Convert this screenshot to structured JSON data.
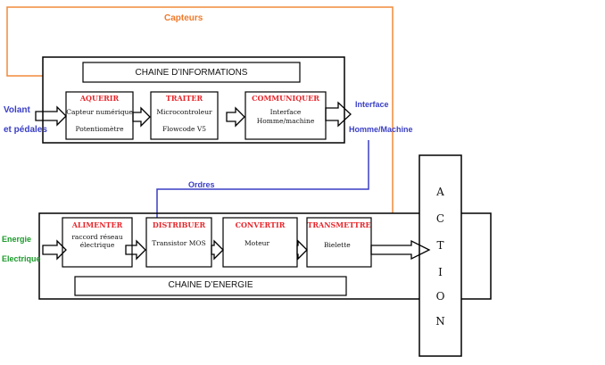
{
  "colors": {
    "orange_line": "#f08a3a",
    "blue_line": "#3a3fc4",
    "red_label": "#e8262b",
    "green_label": "#1a9a2a"
  },
  "labels": {
    "capteurs": "Capteurs",
    "volant": "Volant",
    "pedales": "et pédales",
    "interface": "Interface",
    "homme_machine": "Homme/Machine",
    "ordres": "Ordres",
    "energie": "Energie",
    "electrique": "Electrique"
  },
  "chaine_informations": {
    "title": "CHAINE D’INFORMATIONS",
    "blocks": [
      {
        "function": "AQUERIR",
        "lines": [
          "Capteur numérique",
          "Potentiomètre"
        ]
      },
      {
        "function": "TRAITER",
        "lines": [
          "Microcontroleur",
          "Flowcode V5"
        ]
      },
      {
        "function": "COMMUNIQUER",
        "lines": [
          "Interface",
          "Homme/machine"
        ]
      }
    ]
  },
  "chaine_energie": {
    "title": "CHAINE D’ENERGIE",
    "blocks": [
      {
        "function": "ALIMENTER",
        "lines": [
          "raccord réseau",
          "électrique"
        ]
      },
      {
        "function": "DISTRIBUER",
        "lines": [
          "Transistor MOS"
        ]
      },
      {
        "function": "CONVERTIR",
        "lines": [
          "Moteur"
        ]
      },
      {
        "function": "TRANSMETTRE",
        "lines": [
          "Bielette"
        ]
      }
    ]
  },
  "action": {
    "letters": [
      "A",
      "C",
      "T",
      "I",
      "O",
      "N"
    ]
  }
}
